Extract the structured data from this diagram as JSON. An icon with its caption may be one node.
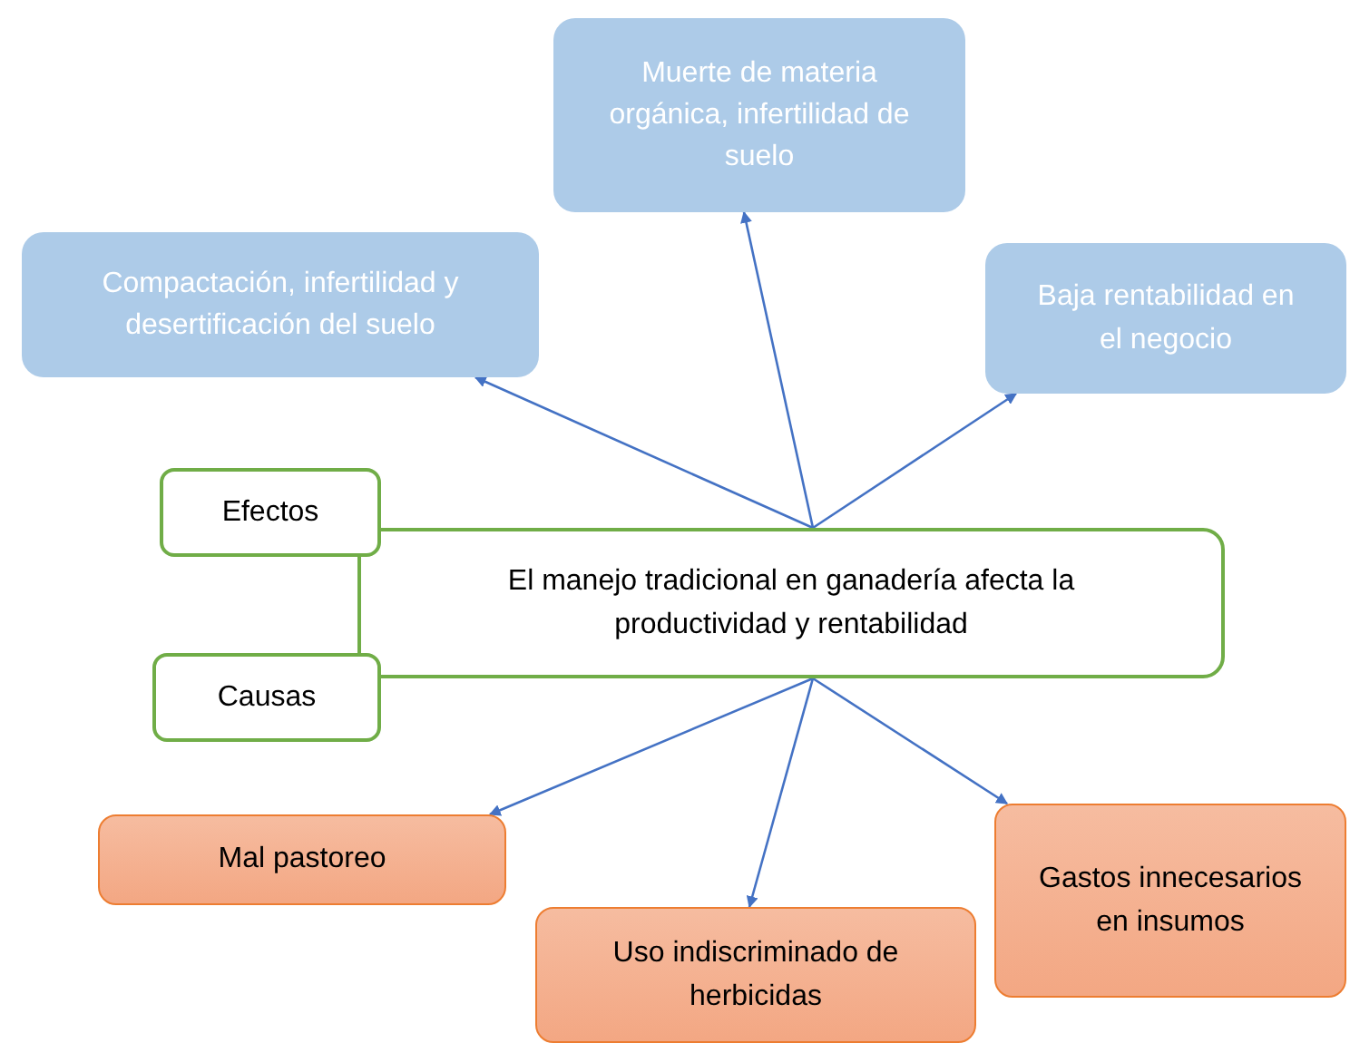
{
  "diagram": {
    "nodes": [
      {
        "text": [
          "Muerte de materia orgánica, infertilidad de suelo"
        ]
      },
      {
        "text": [
          "Compactación, infertilidad y desertificación del suelo"
        ]
      },
      {
        "text": [
          "Baja rentabilidad en el negocio"
        ]
      },
      {
        "text": [
          "Efectos"
        ]
      },
      {
        "text": [
          "El manejo tradicional en ganadería afecta la productividad y rentabilidad"
        ]
      },
      {
        "text": [
          "Causas"
        ]
      },
      {
        "text": [
          "Mal pastoreo"
        ]
      },
      {
        "text": [
          "Uso indiscriminado de herbicidas"
        ]
      },
      {
        "text": [
          "Gastos innecesarios en insumos"
        ]
      }
    ],
    "edges": [
      {
        "from": 4,
        "to": 1,
        "arrow": "to"
      },
      {
        "from": 4,
        "to": 0,
        "arrow": "to"
      },
      {
        "from": 4,
        "to": 2,
        "arrow": "to"
      },
      {
        "from": 4,
        "to": 6,
        "arrow": "to"
      },
      {
        "from": 4,
        "to": 7,
        "arrow": "to"
      },
      {
        "from": 4,
        "to": 8,
        "arrow": "to"
      }
    ]
  }
}
